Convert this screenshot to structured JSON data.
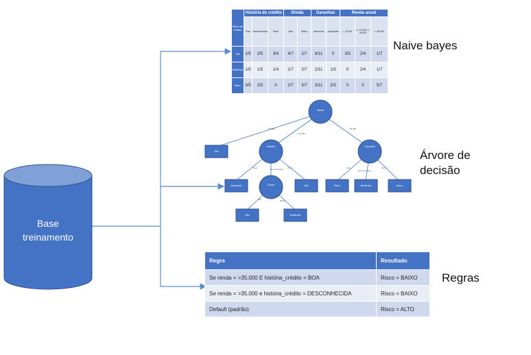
{
  "database": {
    "label_line1": "Base",
    "label_line2": "treinamento",
    "color": "#4472c4"
  },
  "labels": {
    "naive_bayes": "Naive bayes",
    "tree_line1": "Árvore de",
    "tree_line2": "decisão",
    "rules": "Regras"
  },
  "naive_bayes_table": {
    "corner": "Risco de crédito",
    "groups": [
      "História do crédito",
      "Dívida",
      "Garantias",
      "Renda anual"
    ],
    "subheaders": [
      "Boa",
      "Desconhecida",
      "Ruim",
      "Alta",
      "Baixa",
      "Nenhuma",
      "Adequada",
      "< 15.000",
      ">= 15.000 <= 35.000",
      "> 35.000"
    ],
    "rows": [
      {
        "head": "Alto",
        "cells": [
          "1/5",
          "2/5",
          "3/4",
          "4/7",
          "2/7",
          "6/11",
          "0",
          "3/3",
          "2/4",
          "1/7"
        ]
      },
      {
        "head": "Moderado",
        "cells": [
          "1/5",
          "1/5",
          "1/4",
          "1/7",
          "2/7",
          "2/11",
          "1/3",
          "0",
          "2/4",
          "1/7"
        ]
      },
      {
        "head": "Baixo",
        "cells": [
          "3/5",
          "2/5",
          "0",
          "2/7",
          "3/7",
          "3/11",
          "2/3",
          "0",
          "0",
          "5/7"
        ]
      }
    ]
  },
  "rules_table": {
    "header_rule": "Regra",
    "header_result": "Resultado",
    "rows": [
      {
        "rule": "Se renda = >35.000 E história_crédito = BOA",
        "result": "Risco = BAIXO"
      },
      {
        "rule": "Se renda = >35.000 e história_crédito = DESCONHECIDA",
        "result": "Risco = BAIXO"
      },
      {
        "rule": "Default (padrão)",
        "result": "Risco = ALTO"
      }
    ]
  },
  "tree": {
    "nodes": [
      "Renda",
      "História",
      "Dívida",
      "Garantias"
    ],
    "leaves": [
      "Alto",
      "Moderado",
      "Alto",
      "Baixo",
      "Moderado",
      "Baixo",
      "Alto",
      "Moderado"
    ],
    "edges": [
      "< 15.000",
      ">= 15.000",
      "> 35.000",
      "Boa",
      "Desconhecida",
      "Ruim",
      "Boa",
      "Desconhecida",
      "Ruim",
      "Alta",
      "Baixa"
    ]
  },
  "colors": {
    "accent": "#4472c4",
    "row_dark": "#cfd8ec",
    "row_light": "#e9edf6",
    "connector": "#5b8bd0"
  }
}
